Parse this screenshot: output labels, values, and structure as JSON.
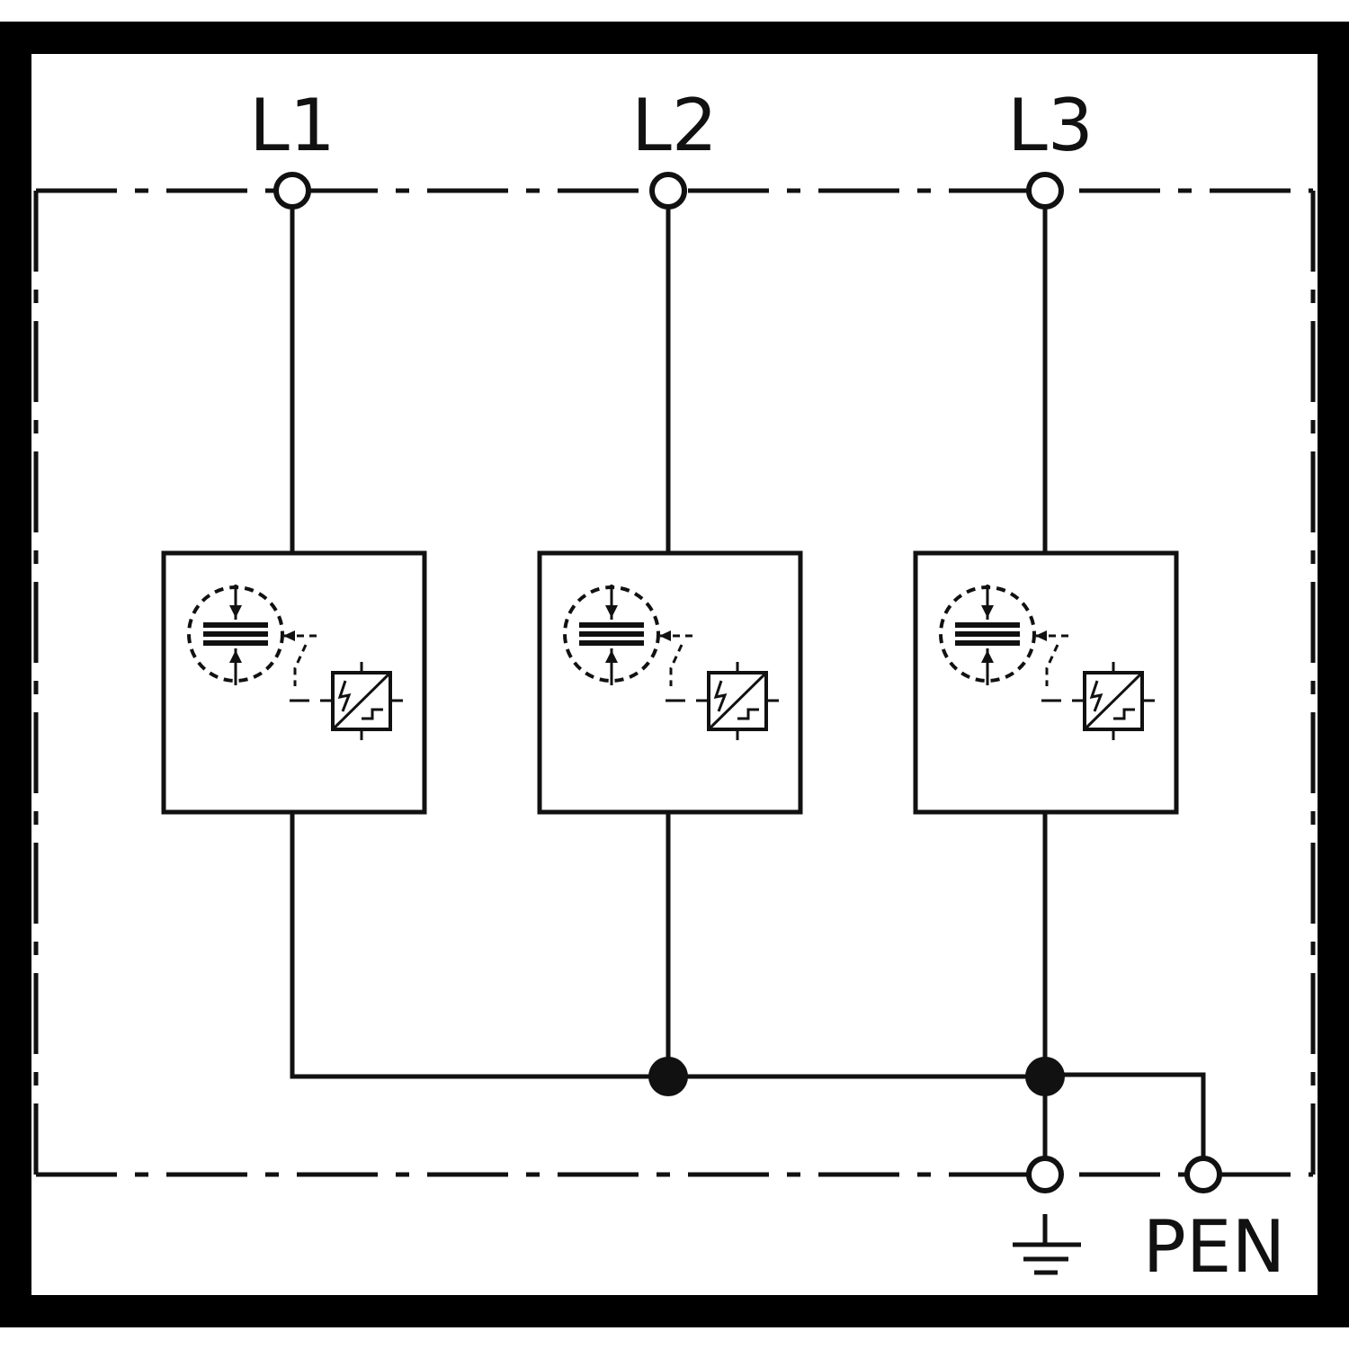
{
  "diagram": {
    "terminals": [
      {
        "id": "l1",
        "label": "L1"
      },
      {
        "id": "l2",
        "label": "L2"
      },
      {
        "id": "l3",
        "label": "L3"
      }
    ],
    "earth_terminal": {
      "symbol": "earth-ground-icon"
    },
    "pen_terminal": {
      "label": "PEN"
    },
    "protection_modules": [
      {
        "phase": "L1",
        "icons": [
          "spark-gap-icon",
          "thermal-disconnector-icon"
        ]
      },
      {
        "phase": "L2",
        "icons": [
          "spark-gap-icon",
          "thermal-disconnector-icon"
        ]
      },
      {
        "phase": "L3",
        "icons": [
          "spark-gap-icon",
          "thermal-disconnector-icon"
        ]
      }
    ],
    "colors": {
      "line": "#111111",
      "frame": "#000000",
      "background": "#ffffff"
    }
  }
}
